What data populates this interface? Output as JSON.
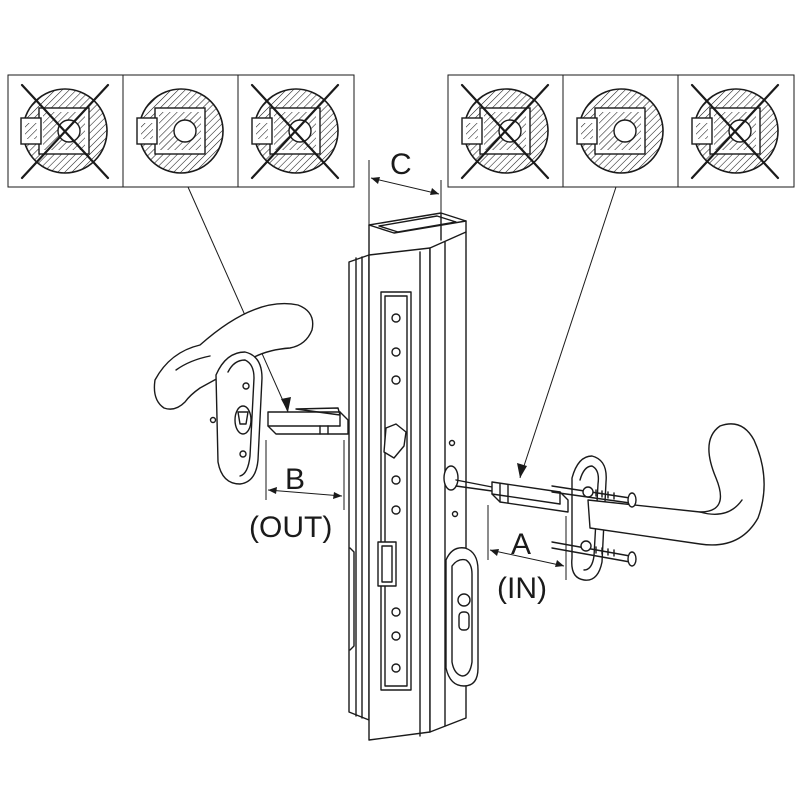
{
  "labels": {
    "c": "C",
    "b": "B",
    "b_sub": "(OUT)",
    "a": "A",
    "a_sub": "(IN)"
  },
  "spindle_panels": {
    "left": [
      "not-allowed",
      "allowed",
      "not-allowed"
    ],
    "right": [
      "not-allowed",
      "allowed",
      "not-allowed"
    ]
  },
  "colors": {
    "line": "#1a1a1a",
    "background": "#ffffff"
  }
}
